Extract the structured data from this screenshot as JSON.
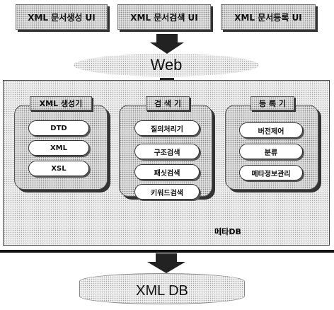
{
  "top_row": [
    {
      "label": "XML 문서생성 UI"
    },
    {
      "label": "XML 문서검색 UI"
    },
    {
      "label": "XML 문서등록 UI"
    }
  ],
  "web": {
    "label": "Web"
  },
  "groups": {
    "generator": {
      "title": "XML 생성기",
      "items": [
        "DTD",
        "XML",
        "XSL"
      ]
    },
    "search": {
      "title": "검 색 기",
      "items": [
        "질의처리기",
        "구조검색",
        "패싯검색",
        "키워드검색"
      ]
    },
    "register": {
      "title": "등 록 기",
      "items": [
        "버전제어",
        "분류",
        "메타정보관리"
      ]
    }
  },
  "meta_db": {
    "label": "메타DB"
  },
  "xml_db": {
    "label": "XML DB"
  }
}
